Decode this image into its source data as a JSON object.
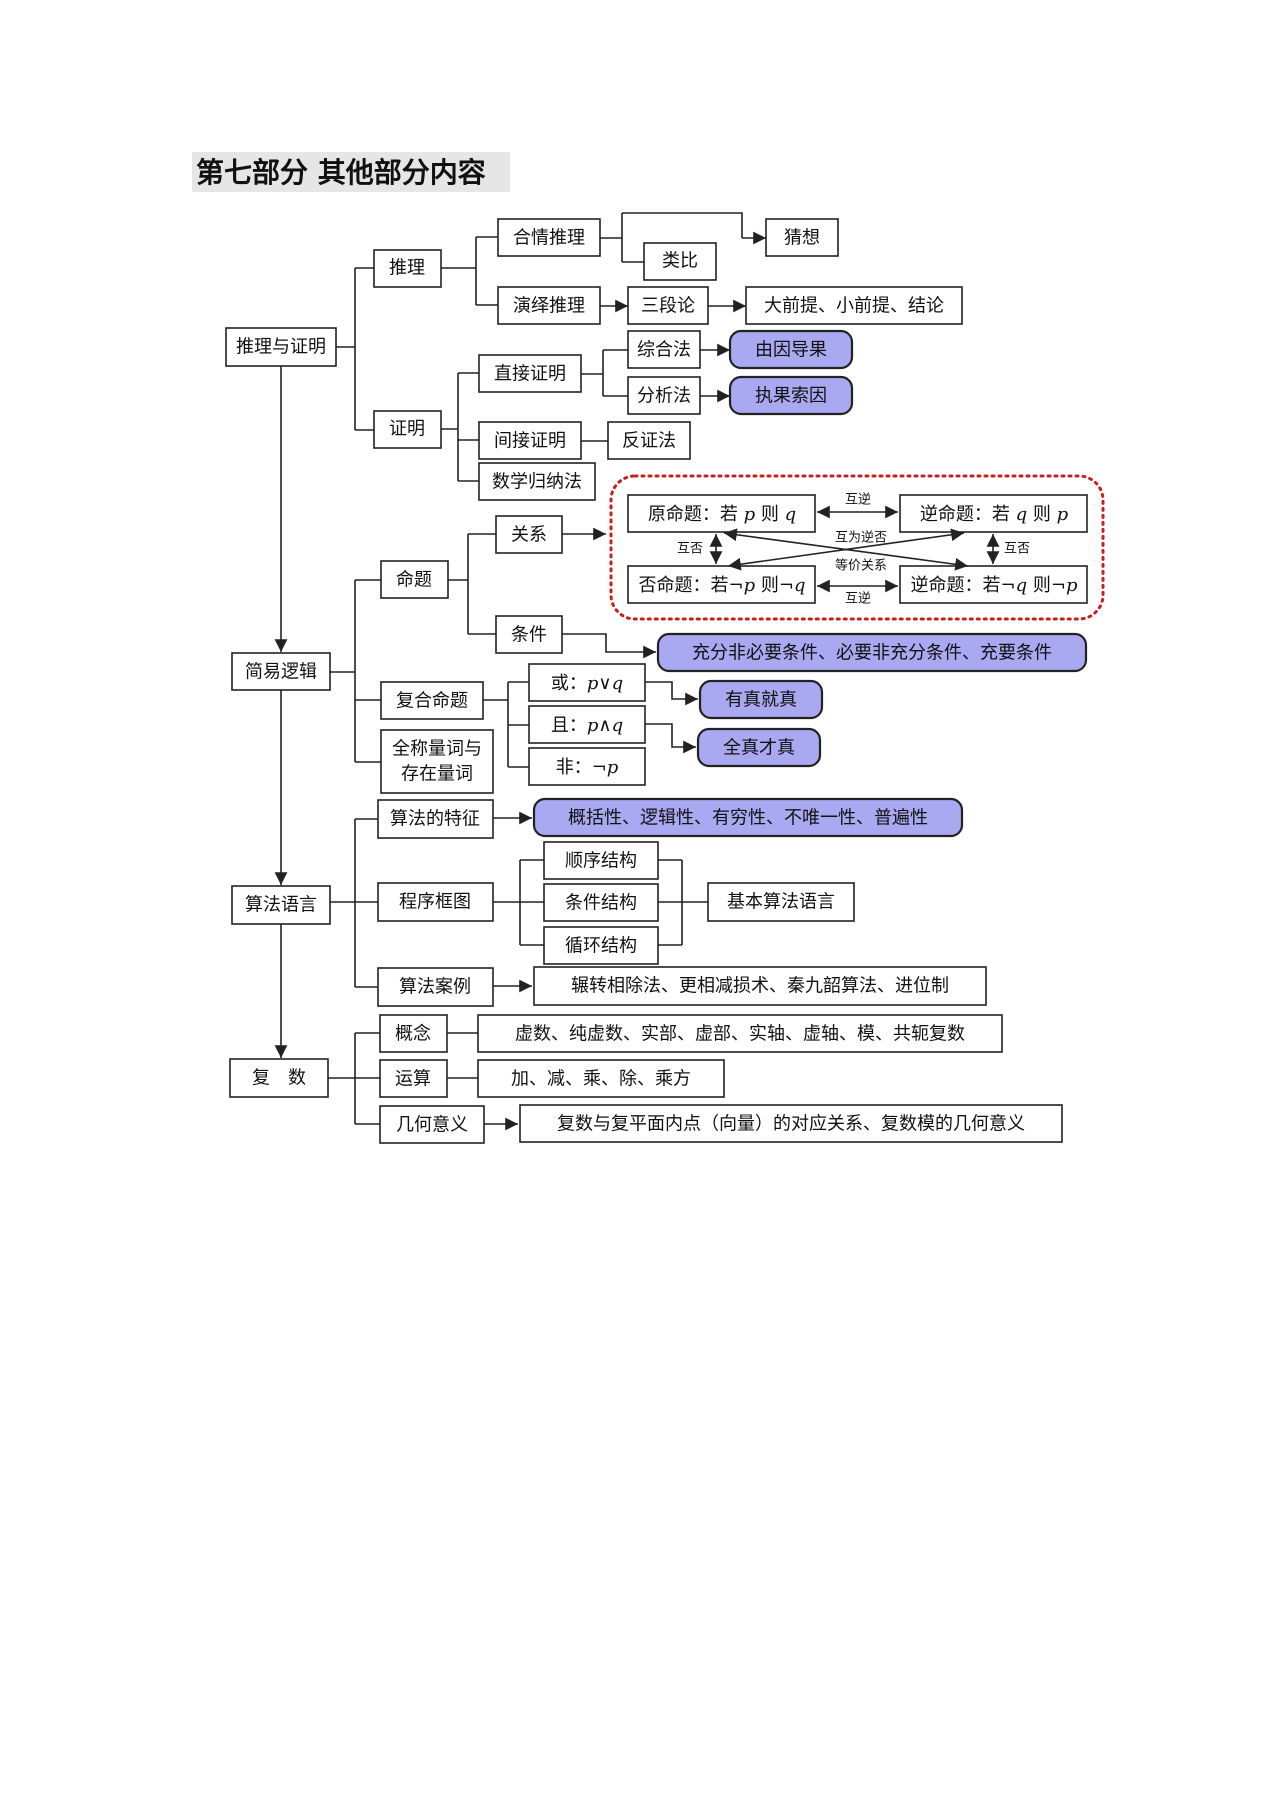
{
  "title": "第七部分  其他部分内容",
  "sections": {
    "reasoning": {
      "root": "推理与证明",
      "infer": "推理",
      "plausible": "合情推理",
      "induction_blank": "",
      "analogy": "类比",
      "conjecture": "猜想",
      "deductive": "演绎推理",
      "syllogism": "三段论",
      "syllogism_parts": "大前提、小前提、结论",
      "proof": "证明",
      "direct_proof": "直接证明",
      "synthetic": "综合法",
      "synthetic_note": "由因导果",
      "analytic": "分析法",
      "analytic_note": "执果索因",
      "indirect_proof": "间接证明",
      "contradiction": "反证法",
      "math_induction": "数学归纳法"
    },
    "logic": {
      "root": "简易逻辑",
      "proposition": "命题",
      "relation": "关系",
      "condition": "条件",
      "condition_note": "充分非必要条件、必要非充分条件、充要条件",
      "original_prefix": "原命题：若 ",
      "original_p": "p",
      "original_mid": " 则 ",
      "original_q": "q",
      "converse_prefix": "逆命题：若 ",
      "converse_q": "q",
      "converse_mid": " 则 ",
      "converse_p": "p",
      "inverse_prefix": "否命题：若¬",
      "inverse_p": "p",
      "inverse_mid": " 则¬",
      "inverse_q": "q",
      "contra_prefix": "逆命题：若¬",
      "contra_q": "q",
      "contra_mid": " 则¬",
      "contra_p": "p",
      "mutual_converse": "互逆",
      "mutual_negation": "互否",
      "mutual_contrapositive": "互为逆否",
      "equivalence": "等价关系",
      "compound": "复合命题",
      "or_prefix": "或：",
      "or_expr": "p∨q",
      "and_prefix": "且：",
      "and_expr": "p∧q",
      "not_prefix": "非：",
      "not_expr": "¬p",
      "or_note": "有真就真",
      "and_note": "全真才真",
      "quantifier_line1": "全称量词与",
      "quantifier_line2": "存在量词"
    },
    "algorithm": {
      "root": "算法语言",
      "features": "算法的特征",
      "features_note": "概括性、逻辑性、有穷性、不唯一性、普遍性",
      "flowchart": "程序框图",
      "sequential": "顺序结构",
      "conditional": "条件结构",
      "loop": "循环结构",
      "basic_language": "基本算法语言",
      "cases": "算法案例",
      "cases_list": "辗转相除法、更相减损术、秦九韶算法、进位制"
    },
    "complex": {
      "root": "复　数",
      "concept": "概念",
      "concept_list": "虚数、纯虚数、实部、虚部、实轴、虚轴、模、共轭复数",
      "operation": "运算",
      "operation_list": "加、减、乘、除、乘方",
      "geometry": "几何意义",
      "geometry_list": "复数与复平面内点（向量）的对应关系、复数模的几何意义"
    }
  },
  "colors": {
    "highlight": "#a9a9f2",
    "dashed_border": "#c81e1e"
  }
}
